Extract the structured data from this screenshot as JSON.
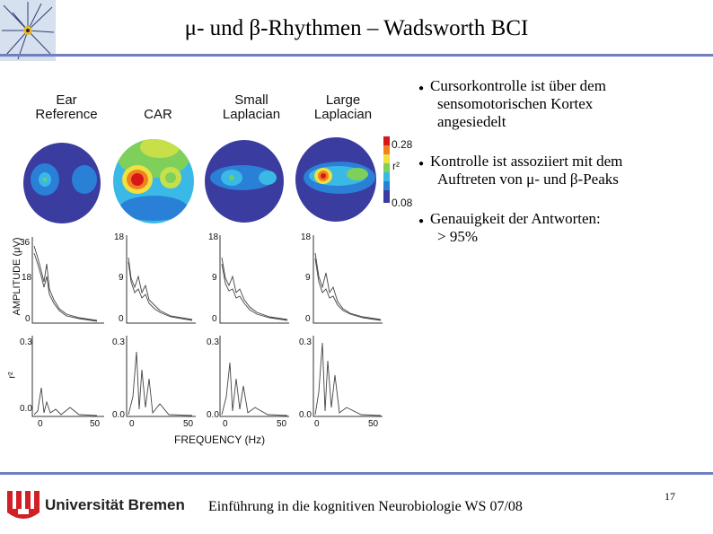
{
  "slide": {
    "title": "μ- und β-Rhythmen – Wadsworth BCI",
    "page_number": "17",
    "footer_course": "Einführung in die kognitiven Neurobiologie WS 07/08",
    "university": "Universität Bremen"
  },
  "figure": {
    "columns": [
      {
        "label_l1": "Ear",
        "label_l2": "Reference"
      },
      {
        "label_l1": "CAR",
        "label_l2": ""
      },
      {
        "label_l1": "Small",
        "label_l2": "Laplacian"
      },
      {
        "label_l1": "Large",
        "label_l2": "Laplacian"
      }
    ],
    "colorbar": {
      "max": "0.28",
      "label": "r²",
      "min": "0.08"
    },
    "amplitude_axis_title": "AMPLITUDE (μV)",
    "r2_axis_title": "r²",
    "frequency_axis_title": "FREQUENCY (Hz)",
    "amplitude_ticks": [
      {
        "top": "36",
        "mid": "18",
        "bottom": "0"
      },
      {
        "top": "18",
        "mid": "9",
        "bottom": "0"
      },
      {
        "top": "18",
        "mid": "9",
        "bottom": "0"
      },
      {
        "top": "18",
        "mid": "9",
        "bottom": "0"
      }
    ],
    "r2_ticks": {
      "top": "0.3",
      "bottom": "0.0"
    },
    "x_ticks": {
      "start": "0",
      "end": "50"
    }
  },
  "bullets": [
    {
      "line1": "Cursorkontrolle ist über dem",
      "line2": "sensomotorischen Kortex",
      "line3": "angesiedelt"
    },
    {
      "line1": "Kontrolle ist assoziiert mit dem",
      "line2": "Auftreten von μ- und β-Peaks",
      "line3": ""
    },
    {
      "line1": "Genauigkeit der Antworten:",
      "line2": "> 95%",
      "line3": ""
    }
  ]
}
